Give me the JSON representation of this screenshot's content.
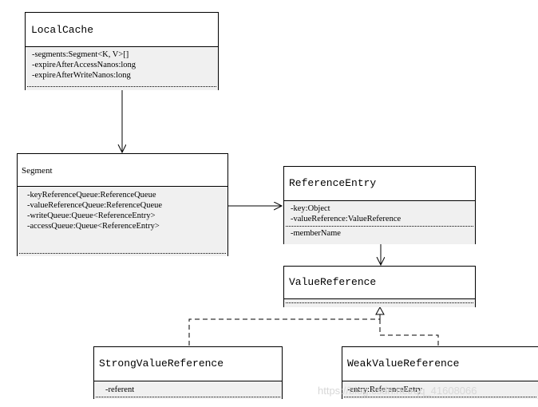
{
  "classes": {
    "localcache": {
      "name": "LocalCache",
      "attributes": [
        "-segments:Segment<K, V>[]",
        "-expireAfterAccessNanos:long",
        "-expireAfterWriteNanos:long"
      ]
    },
    "segment": {
      "name": "Segment",
      "attributes": [
        "-keyReferenceQueue:ReferenceQueue",
        "-valueReferenceQueue:ReferenceQueue",
        "-writeQueue:Queue<ReferenceEntry>",
        "-accessQueue:Queue<ReferenceEntry>"
      ]
    },
    "referenceentry": {
      "name": "ReferenceEntry",
      "attributes": [
        "-key:Object",
        "-valueReference:ValueReference"
      ],
      "operations": [
        "-memberName"
      ]
    },
    "valuereference": {
      "name": "ValueReference",
      "attributes": []
    },
    "strongvaluereference": {
      "name": "StrongValueReference",
      "attributes": [
        "-referent"
      ]
    },
    "weakvaluereference": {
      "name": "WeakValueReference",
      "attributes": [
        "-entry:ReferenceEntry"
      ]
    }
  },
  "watermark": "https://blog.csdn.net/qq_41608066"
}
